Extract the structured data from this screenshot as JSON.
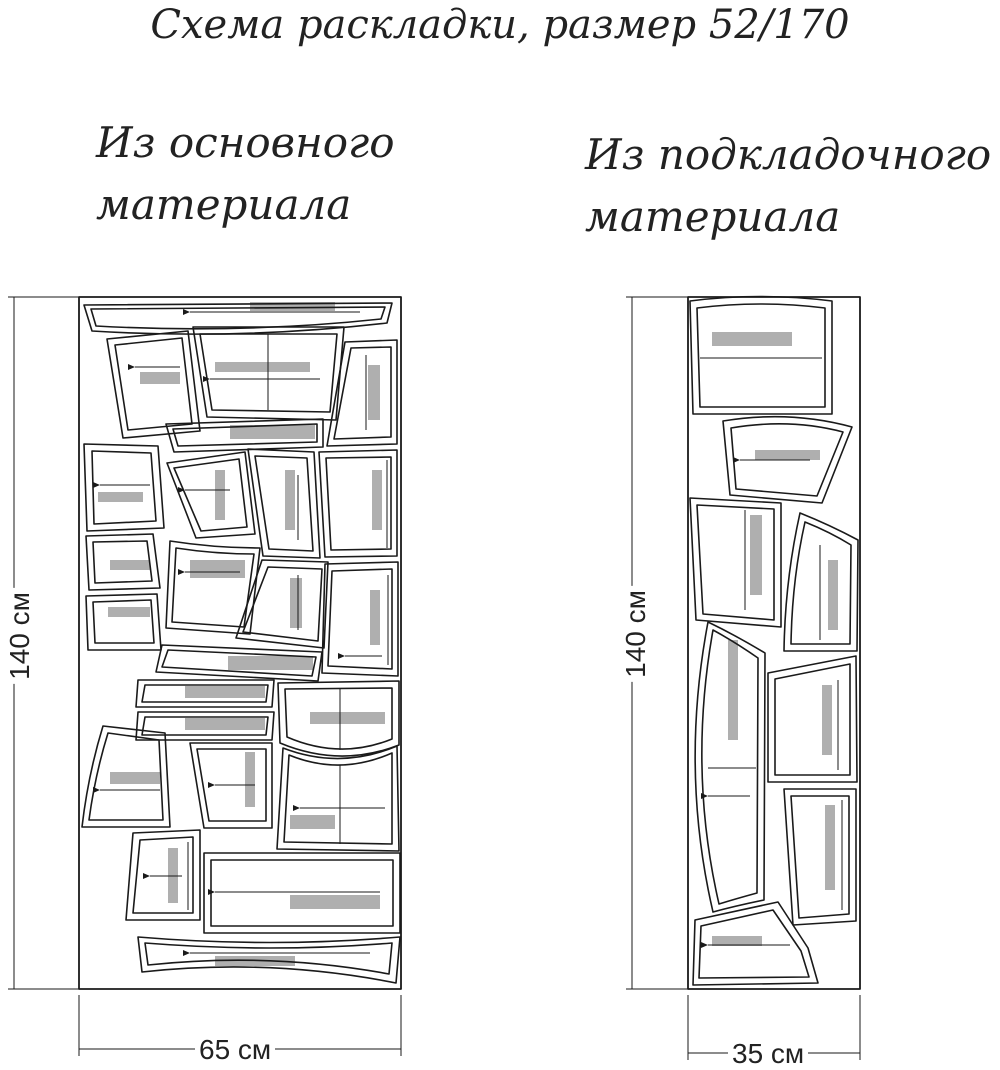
{
  "title": "Схема раскладки, размер 52/170",
  "main_fabric": {
    "heading_line1": "Из основного",
    "heading_line2": "материала",
    "width_label": "65 см",
    "height_label": "140 см"
  },
  "lining_fabric": {
    "heading_line1": "Из подкладочного",
    "heading_line2": "материала",
    "width_label": "35 см",
    "height_label": "140 см"
  },
  "colors": {
    "line": "#1a1a1a",
    "background": "#ffffff"
  }
}
